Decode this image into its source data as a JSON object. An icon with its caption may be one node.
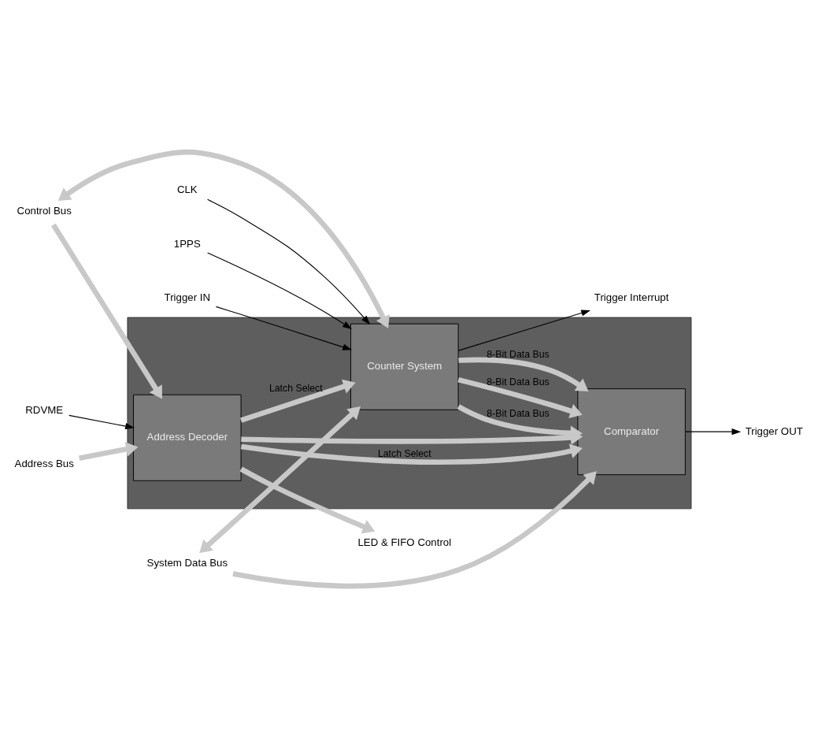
{
  "diagram": {
    "nodes": [
      {
        "text": [],
        "shape": "box"
      },
      {
        "text": [
          "Counter System"
        ],
        "in": 0
      },
      {
        "text": [
          "Address Decoder"
        ],
        "in": 0
      },
      {
        "text": [
          "Comparator"
        ],
        "in": 0
      },
      {
        "text": [
          "CLK"
        ]
      },
      {
        "text": [
          "1PPS"
        ]
      },
      {
        "text": [
          "Trigger IN"
        ]
      },
      {
        "text": [
          "Control Bus"
        ]
      },
      {
        "text": [
          "System Data Bus"
        ]
      },
      {
        "text": [
          "RDVME"
        ]
      },
      {
        "text": [
          "Address Bus"
        ]
      },
      {
        "text": [
          "Trigger Interrupt"
        ]
      },
      {
        "text": [
          "LED & FIFO Control"
        ]
      },
      {
        "text": [
          "Trigger OUT"
        ]
      }
    ],
    "edges": [
      {
        "from": 4,
        "to": 1,
        "arrow": "to",
        "color": "#000000"
      },
      {
        "from": 5,
        "to": 1,
        "arrow": "to",
        "color": "#000000"
      },
      {
        "from": 6,
        "to": 1,
        "arrow": "to",
        "color": "#000000"
      },
      {
        "from": 7,
        "to": 1,
        "arrow": "both"
      },
      {
        "from": 8,
        "to": 1,
        "arrow": "both"
      },
      {
        "from": 7,
        "to": 2,
        "arrow": "to"
      },
      {
        "from": 9,
        "to": 2,
        "arrow": "to",
        "color": "#000000"
      },
      {
        "from": 10,
        "to": 2,
        "arrow": "to"
      },
      {
        "from": 2,
        "to": 1,
        "arrow": "to",
        "label": "Latch Select"
      },
      {
        "from": 2,
        "to": 12,
        "arrow": "to"
      },
      {
        "from": 2,
        "to": 3,
        "arrow": "to",
        "label": "Latch Select"
      },
      {
        "from": 2,
        "to": 3,
        "arrow": "to"
      },
      {
        "from": 8,
        "to": 3,
        "arrow": "to"
      },
      {
        "from": 1,
        "to": 3,
        "arrow": "to",
        "label": "8-Bit Data Bus"
      },
      {
        "from": 1,
        "to": 3,
        "arrow": "to",
        "label": "8-Bit Data Bus"
      },
      {
        "from": 1,
        "to": 3,
        "arrow": "to",
        "label": "8-Bit Data Bus"
      },
      {
        "from": 1,
        "to": 11,
        "arrow": "to",
        "color": "#000000"
      },
      {
        "from": 3,
        "to": 13,
        "arrow": "to",
        "color": "#000000"
      }
    ]
  }
}
